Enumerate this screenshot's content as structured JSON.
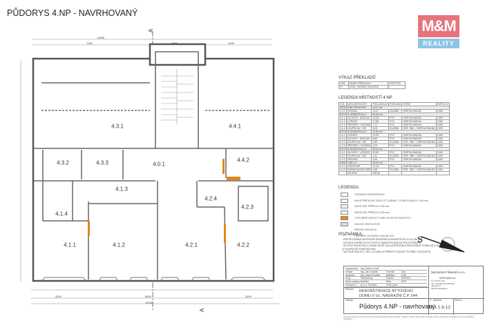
{
  "title": "PŮDORYS 4.NP - NAVRHOVANÝ",
  "logo": {
    "top": "M&M",
    "bottom": "REALITY"
  },
  "section_mark": "A",
  "dimensions": {
    "top_total": "14965",
    "top_left": "7250",
    "top_mid": "2500",
    "top_right": "4245",
    "bottom_total": "15000",
    "bottom_left": "3200",
    "bottom_mid": "8500",
    "bottom_right": "3200"
  },
  "rooms": [
    {
      "id": "4.3.1"
    },
    {
      "id": "4.4.1"
    },
    {
      "id": "4.3.2"
    },
    {
      "id": "4.3.3"
    },
    {
      "id": "4.0.1"
    },
    {
      "id": "4.4.2"
    },
    {
      "id": "4.1.3"
    },
    {
      "id": "4.1.4"
    },
    {
      "id": "4.2.4"
    },
    {
      "id": "4.2.3"
    },
    {
      "id": "4.1.1"
    },
    {
      "id": "4.1.2"
    },
    {
      "id": "4.2.1"
    },
    {
      "id": "4.2.2"
    }
  ],
  "lintels": {
    "heading": "VÝKAZ PŘEKLADŮ",
    "headers": [
      "OZN.",
      "NÁZEV PŘEKLADU",
      "POČET KS"
    ],
    "rows": [
      [
        "P1",
        "OCEL. NOSNÍK 100x100x5",
        "1"
      ]
    ]
  },
  "room_table": {
    "heading": "LEGENDA MÍSTNOSTÍ 4.NP",
    "headers": [
      "Č.M.",
      "ÚČEL MÍSTNOSTI",
      "PODLAHA m2",
      "PODLAHA",
      "STĚNY",
      "SVĚTLÁ V."
    ],
    "rows": [
      {
        "group": "SPOLEČNÉ PROSTORY",
        "area": "14,07 m2"
      },
      [
        "4.0.1",
        "CHODBA",
        "14,07",
        "DLAŽBA",
        "OMÍTKA+MALBA",
        "2,600"
      ],
      {
        "group": "BYTOVÁ JEDNOTKA 4.1",
        "area": "50,60 m2"
      },
      [
        "4.1.1",
        "KUCHYŇ + JÍDELNA",
        "16,08",
        "PVC",
        "OMÍTKA+MALBA",
        "2,600"
      ],
      [
        "4.1.2",
        "LOŽNICE",
        "17,88",
        "PVC",
        "OMÍTKA+MALBA",
        "2,600"
      ],
      [
        "4.1.3",
        "PŘEDSÍŇ + CHODBA",
        "7,72",
        "PVC",
        "OMÍTKA+MALBA",
        "2,600"
      ],
      [
        "4.1.4",
        "KOUPELNA + WC",
        "4,08",
        "DLAŽBA",
        "KER. OBK. / OMÍTKA+MALBA",
        "2,600"
      ],
      {
        "group": "BYTOVÁ JEDNOTKA 4.2",
        "area": "37,64 m2"
      },
      [
        "4.2.1",
        "LOŽNICE",
        "19,90",
        "PVC",
        "OMÍTKA+MALBA",
        "2,600"
      ],
      [
        "4.2.2",
        "KUCHYŇ + JÍDELNA",
        "8,56",
        "PVC",
        "OMÍTKA+MALBA",
        "2,600"
      ],
      [
        "4.2.3",
        "KOUPELNA + WC",
        "4,89",
        "DLAŽBA",
        "KER. OBK. / OMÍTKA+MALBA",
        "2,600"
      ],
      [
        "4.2.4",
        "PŘEDSÍŇ + CHODBA",
        "4,29",
        "PVC",
        "OMÍTKA+MALBA",
        "2,600"
      ],
      {
        "group": "BYTOVÁ JEDNOTKA 4.3",
        "area": "39,16 m2"
      },
      [
        "4.3.1",
        "KUCHYŇ + LOŽNICE",
        "30,50",
        "PVC",
        "OMÍTKA+MALBA",
        "2,600"
      ],
      [
        "4.3.2",
        "KOUPELNA + WC",
        "4,11",
        "DLAŽBA",
        "KER. OBK. / OMÍTKA+MALBA",
        "2,600"
      ],
      [
        "4.3.3",
        "PŘEDSÍŇ",
        "4,55",
        "PVC",
        "OMÍTKA+MALBA",
        "2,600"
      ],
      {
        "group": "KANCELÁŘ 4.4",
        "area": "26,02 m2"
      },
      [
        "4.4.1",
        "KANCELÁŘ",
        "21,44",
        "PVC",
        "OMÍTKA+MALBA",
        "2,600"
      ],
      [
        "4.4.2",
        "ZÁZEMÍ KANCELÁŘE",
        "4,58",
        "DLAŽBA",
        "KER. OBK. / OMÍTKA+MALBA",
        "2,600"
      ],
      [
        "",
        "CELKEM",
        "156,56",
        "",
        "",
        ""
      ]
    ]
  },
  "legend": {
    "heading": "LEGENDA:",
    "items": [
      {
        "label": "STÁVAJÍCÍ KONSTRUKCE",
        "color": "#ffffff"
      },
      {
        "label": "NOVÉ PŘÍČKOVÉ ZDIVO Z TVÁRNIC YTONG KLASIK tl. 150 mm",
        "color": "#f4f4ea"
      },
      {
        "label": "NOVÁ SDK PŘÍČKA tl. 100 mm",
        "color": "#eef3e6"
      },
      {
        "label": "NOVÁ SDK PŘÍČKA tl. 300 mm",
        "color": "#f6f6e8"
      },
      {
        "label": "VYPLNĚNÉ ZDIVO Z CIHEL PLNÝCH PÁLENÝCH",
        "color": "#e68a1e"
      },
      {
        "label": "ODVOD VENTILÁTOR",
        "color": "#dddddd"
      },
      {
        "label": "PŘÍVOD VZDUCHU",
        "color": ""
      },
      {
        "label": "DŘEVĚNÝ SLOUPEK 100x100 mm",
        "color": ""
      }
    ]
  },
  "notes": {
    "heading": "POZNÁMKA:",
    "items": [
      "- PROTIPOŽÁRNÍ ZATEPLENÉ DŘEVĚNÉ SCHODIŠTĚ DLE EI 15 TAKTÉŽ",
      "- VSTUPNÍ DVEŘE DO BYTOVÝCH JEDNOTEK BUDOU PROTIPOŽÁRNÍ",
      "- BYTOVÁ JEDNOTKA 4.3 BUDE NOVĚ DILA ZATEPLENÁ A PROVEDENÝ PODKLAD S 300",
      "  (V KOUPELNĚ VODĚODOLNÉ)",
      "- NA PODĚ NAD BYT. JED. 4.3 UDĚLAT PŘEKRYT (DÁLOP PO DŘEV. SOUČÁSTÍ)"
    ]
  },
  "compass": "S",
  "title_block": {
    "rows": [
      [
        "Vypracoval:",
        "Ing. Adam Kovář"
      ],
      [
        "Kreslil:",
        "Ing. Jan Dvořák",
        "Formát:",
        "3A4"
      ],
      [
        "Investor:",
        "Ing. Josef Dvořák",
        "Měřítko:",
        "1:50"
      ],
      [
        "Kraj:",
        "Pardubický",
        "Datum:",
        "03/2016"
      ],
      [
        "Místo stavby:",
        "Bohdeč",
        "Stav:",
        "DSP"
      ],
      [
        "Parcelní č.:",
        "st. p.č. Bohdeč",
        "Číslo paré:",
        "---"
      ]
    ],
    "company": "Stavitelství Šemetín s.r.o.",
    "web": "MSProjekt.cz",
    "address": [
      "IČ: 272 61 173",
      "ulic. Jaroslavova 337/Rys",
      "Jaroslav 9",
      "530 02 Pardubice"
    ],
    "stavba_label": "Stavba:",
    "stavba": "REKONSTRUKCE BYTOVÉHO DOMU V UL. NÁDRAŽNÍ Č.P. 544",
    "obsah_label": "Obsah:",
    "obsah": "Půdorys 4.NP - navrhovaný",
    "cislo_label": "Č. výkresu:",
    "cislo": "D.1.1.b.12",
    "pare_label": "Paré č.:",
    "footnote": "Tato dokumentace nesmí být bez svolení autora předána třetím osobám. Veškeré rozměry nutno ověřit na stavbě. Změny mohou být prováděny pouze se souhlasem projektanta."
  }
}
